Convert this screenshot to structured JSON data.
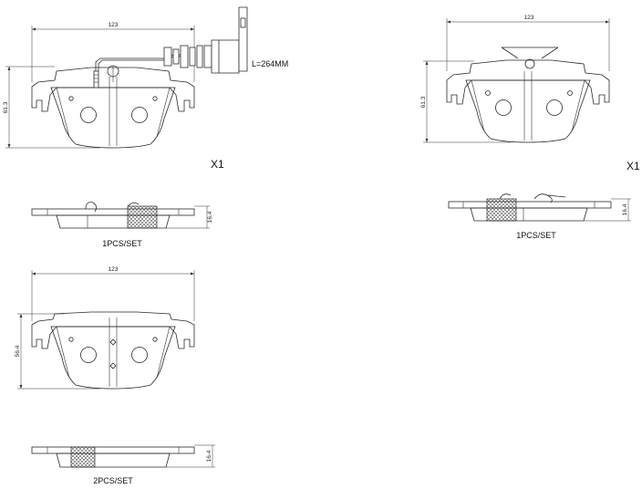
{
  "dimensions": {
    "pad1_width": "123",
    "pad1_height": "61.3",
    "pad1_thickness": "16.4",
    "pad2_width": "123",
    "pad2_height": "61.3",
    "pad2_thickness": "16.4",
    "pad3_width": "123",
    "pad3_height": "56.4",
    "pad3_thickness": "16.4"
  },
  "sensor_wire_length": "L=264MM",
  "multiplier_left": "X1",
  "multiplier_right": "X1",
  "qty_pad1": "1PCS/SET",
  "qty_pad2": "1PCS/SET",
  "qty_pad3": "2PCS/SET"
}
